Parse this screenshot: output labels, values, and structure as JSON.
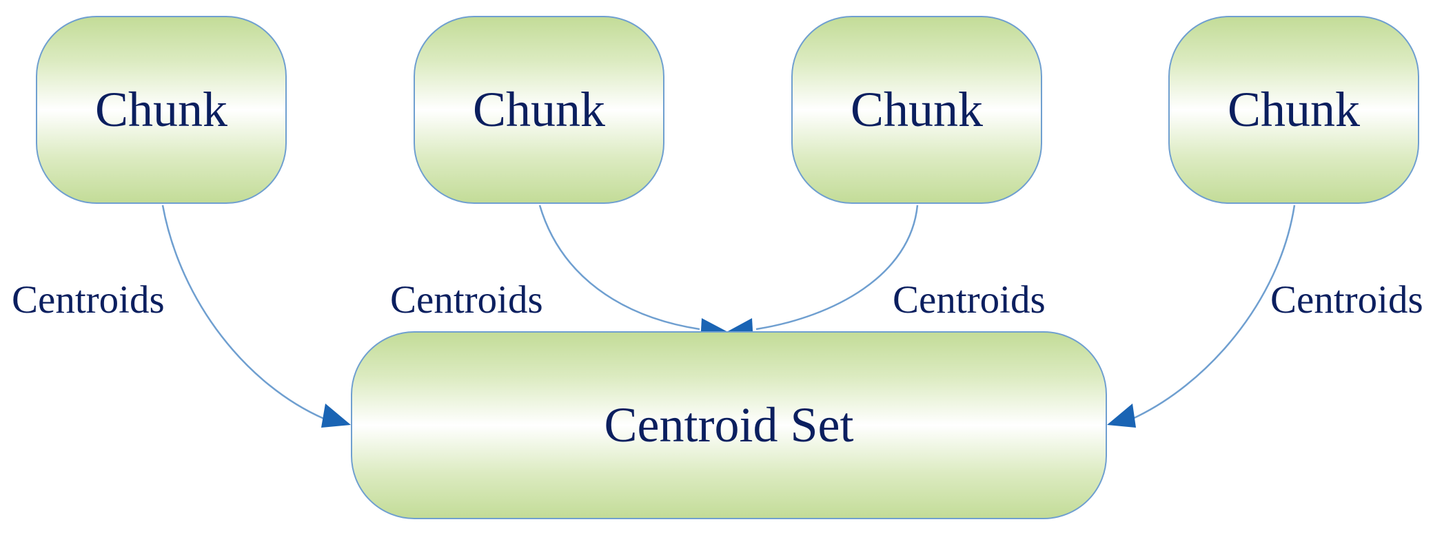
{
  "nodes": {
    "chunks": [
      "Chunk",
      "Chunk",
      "Chunk",
      "Chunk"
    ],
    "centroid_set": "Centroid Set"
  },
  "edges": {
    "labels": [
      "Centroids",
      "Centroids",
      "Centroids",
      "Centroids"
    ]
  },
  "colors": {
    "node_fill_edge": "#c3dc98",
    "node_fill_center": "#ffffff",
    "node_border": "#6f9fd0",
    "connector": "#6f9fd0",
    "arrowhead": "#1a64b4",
    "text": "#0b1f5f"
  }
}
